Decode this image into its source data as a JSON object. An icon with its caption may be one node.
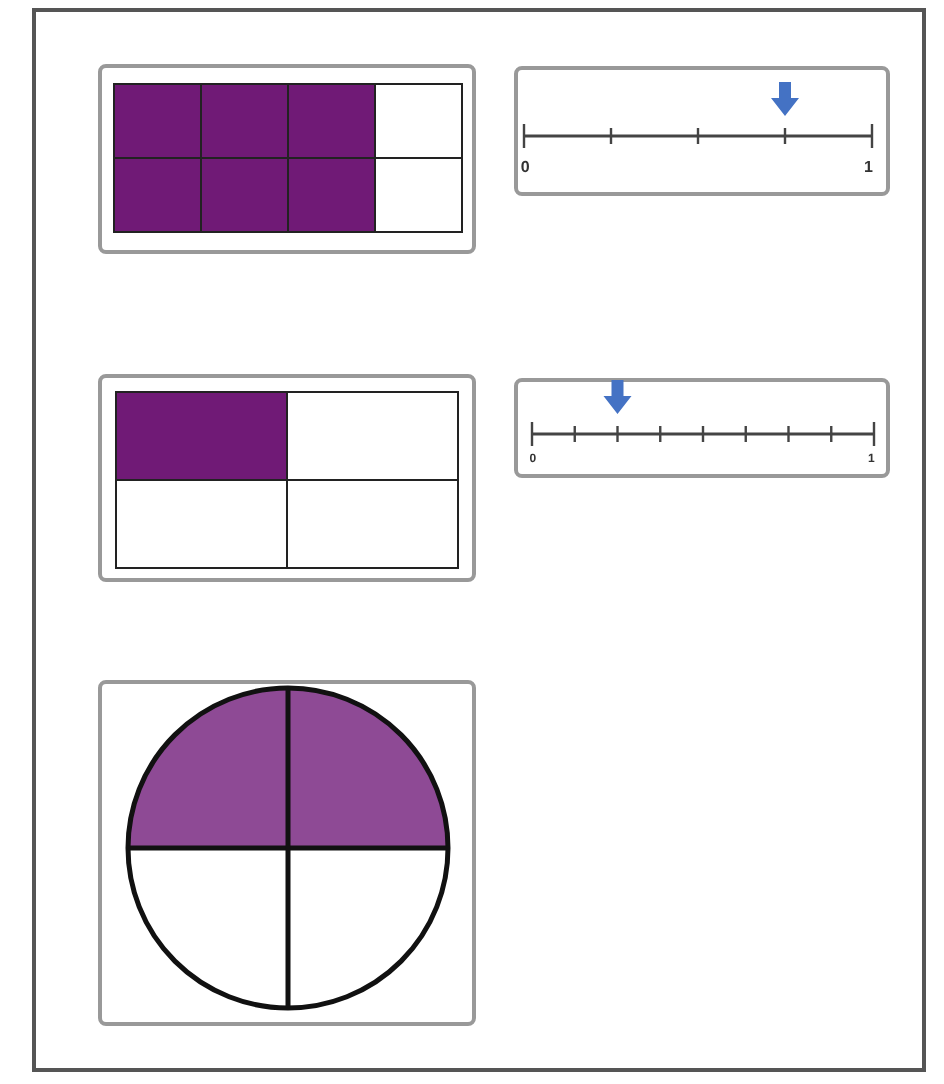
{
  "diagram": {
    "labels": [
      "0",
      "1",
      "0",
      "1"
    ]
  }
}
